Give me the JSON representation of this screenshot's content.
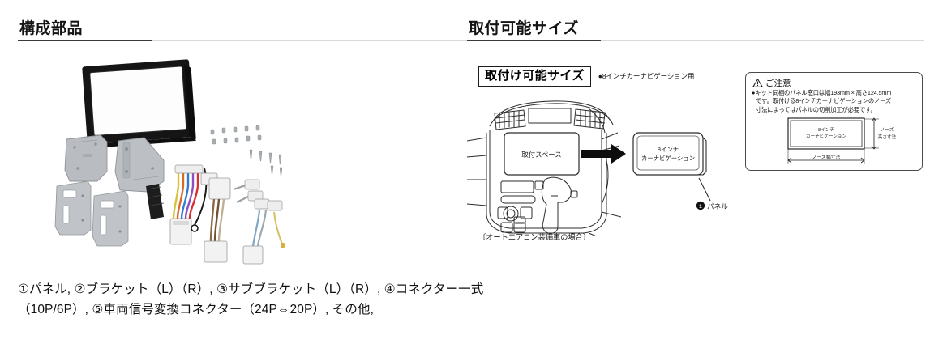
{
  "headings": {
    "left": "構成部品",
    "right": "取付可能サイズ"
  },
  "components": {
    "caption": "①パネル, ②ブラケット（L）（R）, ③サブブラケット（L）（R）, ④コネクター一式（10P/6P）, ⑤車両信号変換コネクター（24P⇔20P）, その他,",
    "photo_alt": "car-stereo-installation-kit-parts"
  },
  "size_section": {
    "box_label": "取付け可能サイズ",
    "note": "●8インチカーナビゲーション用",
    "dash_install_space_label": "取付スペース",
    "nav_unit_line1": "8インチ",
    "nav_unit_line2": "カーナビゲーション",
    "panel_callout": "❶パネル",
    "dash_caption": "〔オートエアコン装備車の場合〕"
  },
  "caution": {
    "title": "ご注意",
    "line1": "●キット同梱のパネル窓口は幅193mm × 高さ124.5mm",
    "line2": "です。取付ける8インチカーナビゲーションのノーズ",
    "line3": "寸法によってはパネルの切削加工が必要です。",
    "diagram": {
      "unit_line1": "8インチ",
      "unit_line2": "カーナビゲーション",
      "height_label_line1": "ノーズ",
      "height_label_line2": "高さ寸法",
      "width_label": "ノーズ幅寸法"
    }
  },
  "colors": {
    "text": "#141414",
    "rule": "#d9d9d9",
    "rule_accent": "#3a3a3a",
    "panel_black": "#1c1c1c",
    "bracket_gray": "#b9bcc0",
    "background": "#ffffff"
  }
}
